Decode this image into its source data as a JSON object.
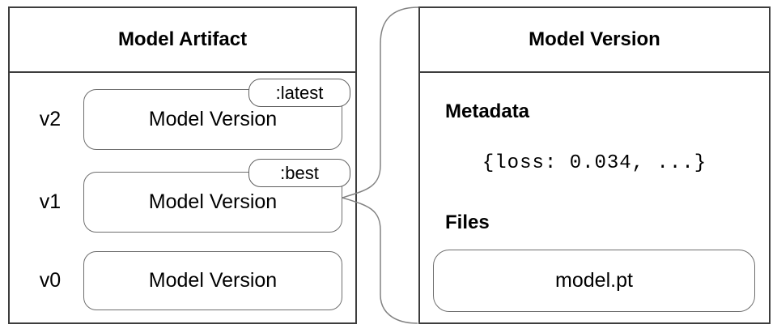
{
  "diagram": {
    "left_panel": {
      "title": "Model Artifact",
      "rows": [
        {
          "version": "v2",
          "label": "Model Version",
          "tag": ":latest"
        },
        {
          "version": "v1",
          "label": "Model Version",
          "tag": ":best"
        },
        {
          "version": "v0",
          "label": "Model Version"
        }
      ]
    },
    "right_panel": {
      "title": "Model Version",
      "metadata_heading": "Metadata",
      "metadata_value": "{loss: 0.034, ...}",
      "files_heading": "Files",
      "file_name": "model.pt"
    },
    "colors": {
      "panel_border": "#3d3d3d",
      "box_border": "#6e6e6e",
      "badge_border": "#5f5f5f",
      "connector": "#828282",
      "background": "#ffffff",
      "text": "#000000"
    }
  }
}
